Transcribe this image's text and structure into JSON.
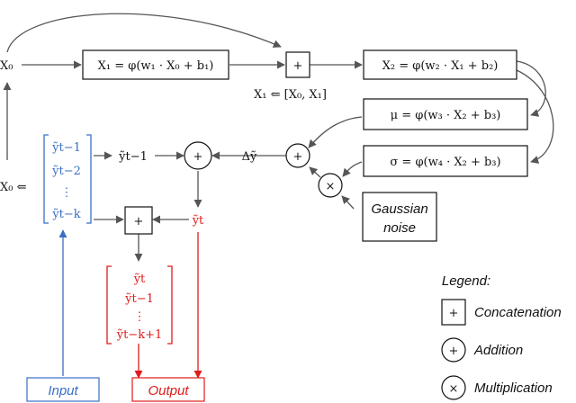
{
  "nodes": {
    "x0": "X₀",
    "x0_arrow": "X₀ ⇐",
    "x1_eq": "X₁ = φ(w₁ · X₀ + b₁)",
    "concat_note": "X₁ ⇐ [X₀, X₁]",
    "x2_eq": "X₂ = φ(w₂ · X₁ + b₂)",
    "mu_eq": "μ = φ(w₃ · X₂ + b₃)",
    "sigma_eq": "σ = φ(w₄ · X₂ + b₃)",
    "delta_y": "Δỹ",
    "y_prev": "ỹt−1",
    "y_t": "ỹt",
    "gaussian_line1": "Gaussian",
    "gaussian_line2": "noise",
    "input_label": "Input",
    "output_label": "Output"
  },
  "input_vector": [
    "ỹt−1",
    "ỹt−2",
    "⋮",
    "ỹt−k"
  ],
  "output_vector": [
    "ỹt",
    "ỹt−1",
    "⋮",
    "ỹt−k+1"
  ],
  "symbols": {
    "plus": "+",
    "times": "×"
  },
  "legend": {
    "title": "Legend:",
    "concatenation": "Concatenation",
    "addition": "Addition",
    "multiplication": "Multiplication"
  },
  "colors": {
    "input": "#3a6fc4",
    "output": "#e11a1a",
    "line": "#555555"
  }
}
